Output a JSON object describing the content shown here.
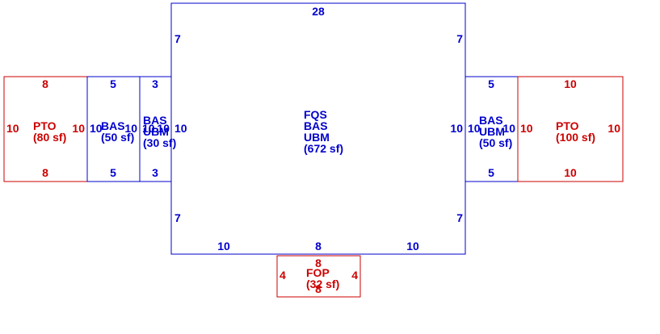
{
  "colors": {
    "blue": "#0000cc",
    "red": "#cc0000",
    "background": "#ffffff"
  },
  "areas": {
    "main": {
      "codes": [
        "FQS",
        "BAS",
        "UBM"
      ],
      "area": "(672 sf)"
    },
    "pto_left": {
      "codes": [
        "PTO"
      ],
      "area": "(80 sf)"
    },
    "bas_left": {
      "codes": [
        "BAS"
      ],
      "area": "(50 sf)"
    },
    "bas_ubm_left": {
      "codes": [
        "BAS",
        "UBM"
      ],
      "area": "(30 sf)"
    },
    "bas_ubm_right": {
      "codes": [
        "BAS",
        "UBM"
      ],
      "area": "(50 sf)"
    },
    "pto_right": {
      "codes": [
        "PTO"
      ],
      "area": "(100 sf)"
    },
    "fop": {
      "codes": [
        "FOP"
      ],
      "area": "(32 sf)"
    }
  },
  "dimensions": {
    "main_top": "28",
    "main_left_upper": "7",
    "main_left_lower": "7",
    "main_right_upper": "7",
    "main_right_lower": "7",
    "main_left_mid": "10",
    "main_right_mid": "10",
    "main_bottom_left": "10",
    "main_bottom_center": "8",
    "main_bottom_right": "10",
    "pto_left_top": "8",
    "pto_left_bottom": "8",
    "pto_left_left": "10",
    "pto_left_right": "10",
    "bas_left_top": "5",
    "bas_left_bottom": "5",
    "bas_left_left": "10",
    "bas_left_right": "10",
    "bas_ubm_left_top": "3",
    "bas_ubm_left_bottom": "3",
    "bas_ubm_left_left": "10",
    "bas_ubm_left_right": "10",
    "bas_ubm_right_top": "5",
    "bas_ubm_right_bottom": "5",
    "bas_ubm_right_left": "10",
    "bas_ubm_right_right": "10",
    "pto_right_top": "10",
    "pto_right_bottom": "10",
    "pto_right_left": "10",
    "pto_right_right": "10",
    "fop_top": "8",
    "fop_bottom": "8",
    "fop_left": "4",
    "fop_right": "4"
  }
}
